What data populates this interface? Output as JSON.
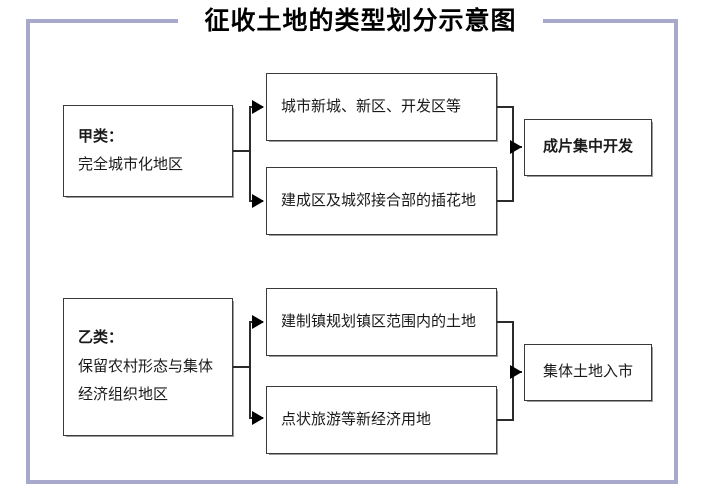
{
  "title": "征收土地的类型划分示意图",
  "chart_data": {
    "type": "diagram",
    "title": "征收土地的类型划分示意图",
    "frame_color": "#a8a8cd",
    "node_border_color": "#3a3a3a",
    "groups": [
      {
        "id": "group-a",
        "category": {
          "heading": "甲类：",
          "description": "完全城市化地区"
        },
        "branches": [
          "城市新城、新区、开发区等",
          "建成区及城郊接合部的插花地"
        ],
        "result": "成片集中开发"
      },
      {
        "id": "group-b",
        "category": {
          "heading": "乙类：",
          "description_line1": "保留农村形态与集体",
          "description_line2": "经济组织地区"
        },
        "branches": [
          "建制镇规划镇区范围内的土地",
          "点状旅游等新经济用地"
        ],
        "result": "集体土地入市"
      }
    ]
  },
  "nodes": {
    "category_a": {
      "heading": "甲类：",
      "description": "完全城市化地区"
    },
    "a1": "城市新城、新区、开发区等",
    "a2": "建成区及城郊接合部的插花地",
    "result_a": "成片集中开发",
    "category_b": {
      "heading": "乙类：",
      "description_line1": "保留农村形态与集体",
      "description_line2": "经济组织地区"
    },
    "b1": "建制镇规划镇区范围内的土地",
    "b2": "点状旅游等新经济用地",
    "result_b": "集体土地入市"
  }
}
